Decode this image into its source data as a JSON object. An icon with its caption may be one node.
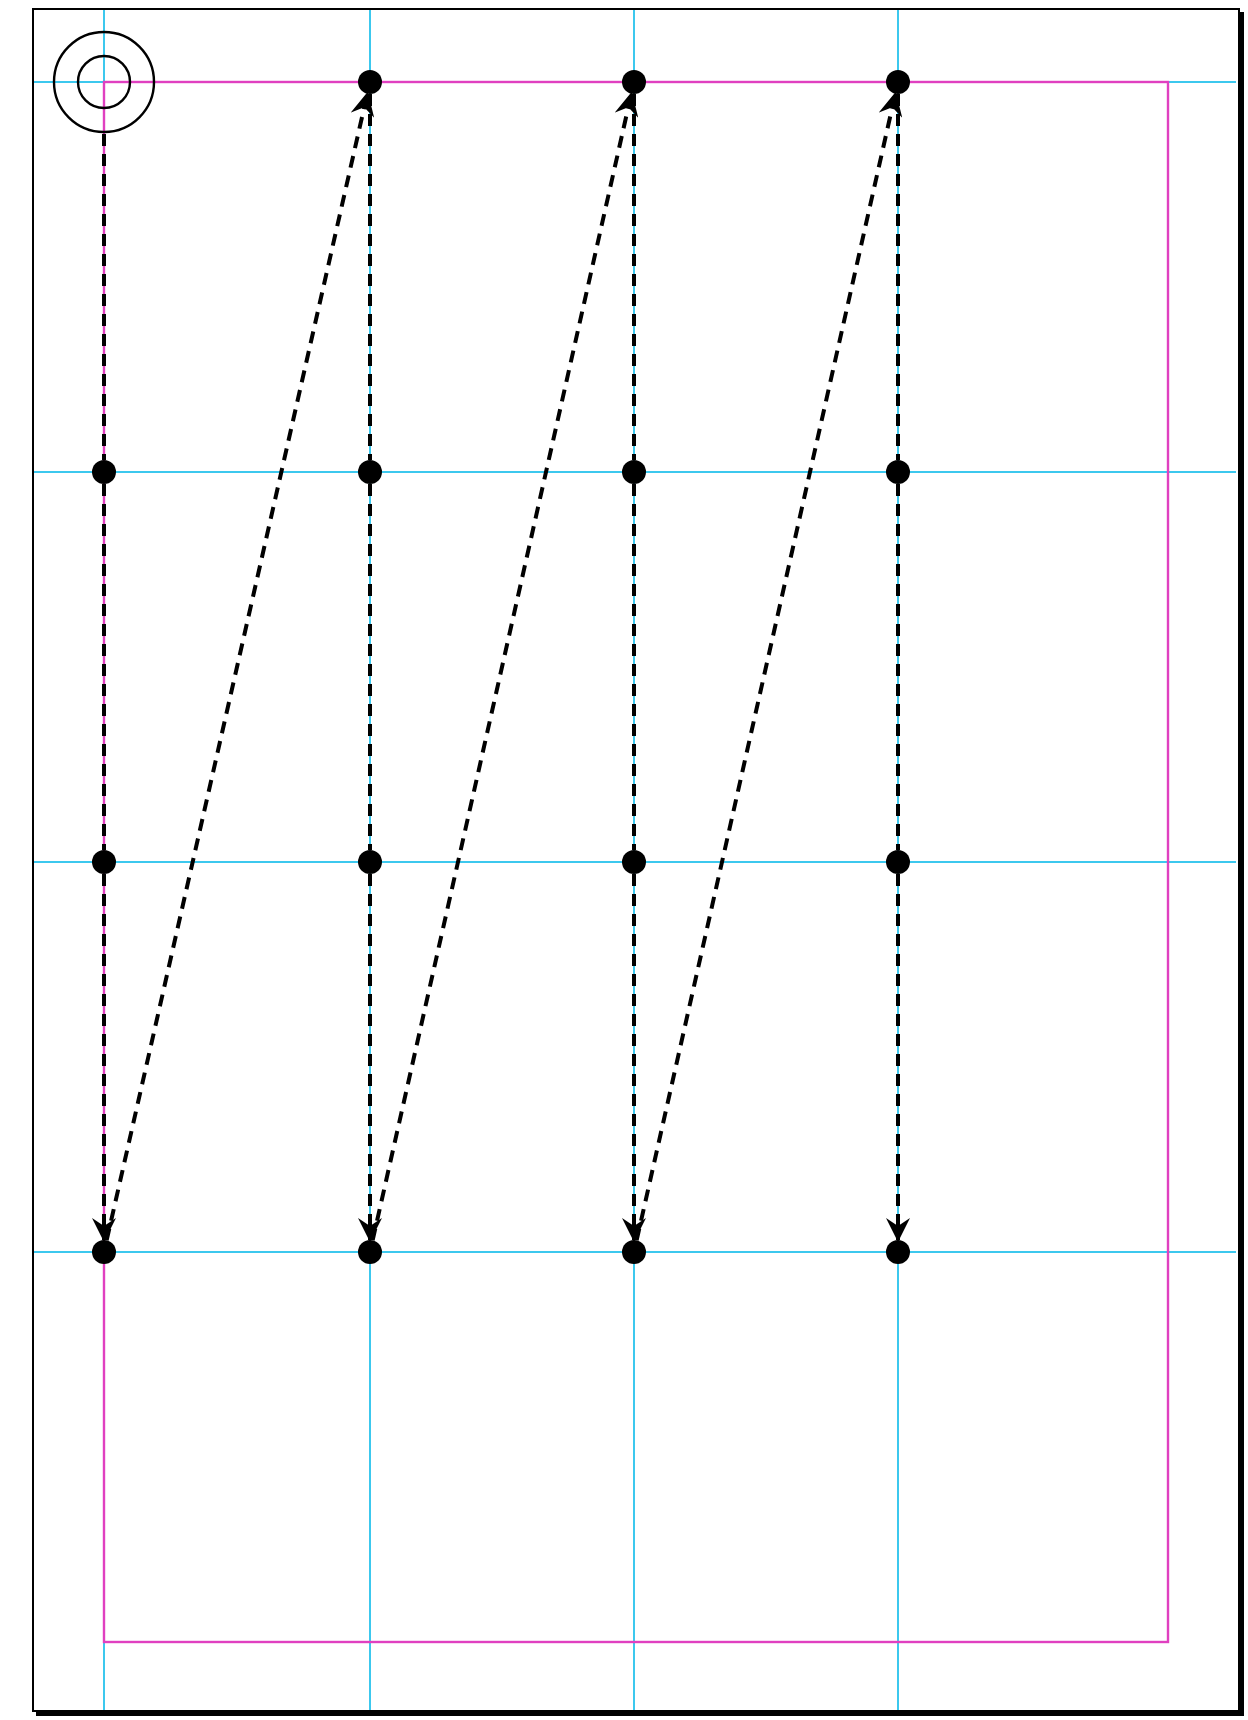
{
  "diagram": {
    "nodes": [
      {
        "text": [],
        "shape": "circle"
      },
      {
        "text": [],
        "shape": "circle"
      },
      {
        "text": [],
        "shape": "circle"
      },
      {
        "text": [],
        "shape": "circle"
      },
      {
        "text": [],
        "shape": "circle"
      },
      {
        "text": [],
        "shape": "circle"
      },
      {
        "text": [],
        "shape": "circle"
      },
      {
        "text": [],
        "shape": "circle"
      },
      {
        "text": [],
        "shape": "circle"
      },
      {
        "text": [],
        "shape": "circle"
      },
      {
        "text": [],
        "shape": "circle"
      },
      {
        "text": [],
        "shape": "circle"
      },
      {
        "text": [],
        "shape": "circle"
      },
      {
        "text": [],
        "shape": "circle"
      },
      {
        "text": [],
        "shape": "circle"
      },
      {
        "text": [],
        "shape": "circle"
      }
    ],
    "edges": [
      {
        "from": 0,
        "to": 4,
        "arrow": "none",
        "style": "dashed"
      },
      {
        "from": 4,
        "to": 8,
        "arrow": "none",
        "style": "dashed"
      },
      {
        "from": 8,
        "to": 12,
        "arrow": "to",
        "style": "dashed"
      },
      {
        "from": 12,
        "to": 1,
        "arrow": "to",
        "style": "dashed"
      },
      {
        "from": 1,
        "to": 5,
        "arrow": "none",
        "style": "dashed"
      },
      {
        "from": 5,
        "to": 9,
        "arrow": "none",
        "style": "dashed"
      },
      {
        "from": 9,
        "to": 13,
        "arrow": "to",
        "style": "dashed"
      },
      {
        "from": 13,
        "to": 2,
        "arrow": "to",
        "style": "dashed"
      },
      {
        "from": 2,
        "to": 6,
        "arrow": "none",
        "style": "dashed"
      },
      {
        "from": 6,
        "to": 10,
        "arrow": "none",
        "style": "dashed"
      },
      {
        "from": 10,
        "to": 14,
        "arrow": "to",
        "style": "dashed"
      },
      {
        "from": 14,
        "to": 3,
        "arrow": "to",
        "style": "dashed"
      },
      {
        "from": 3,
        "to": 7,
        "arrow": "none",
        "style": "dashed"
      },
      {
        "from": 7,
        "to": 11,
        "arrow": "none",
        "style": "dashed"
      },
      {
        "from": 11,
        "to": 15,
        "arrow": "to",
        "style": "dashed"
      }
    ]
  }
}
